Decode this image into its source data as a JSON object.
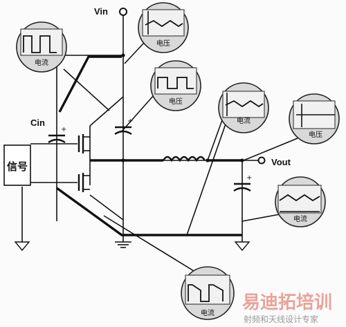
{
  "labels": {
    "vin": "Vin",
    "cin": "Cin",
    "vout": "Vout",
    "signal": "信号"
  },
  "scopes": {
    "vin_voltage": "电压",
    "gate_current": "电流",
    "switch_voltage": "电压",
    "inductor_current": "电流",
    "vout_voltage": "电压",
    "output_current": "电流",
    "bottom_current": "电流"
  },
  "watermark": {
    "main": "易迪拓培训",
    "sub": "射频和天线设计专家"
  }
}
